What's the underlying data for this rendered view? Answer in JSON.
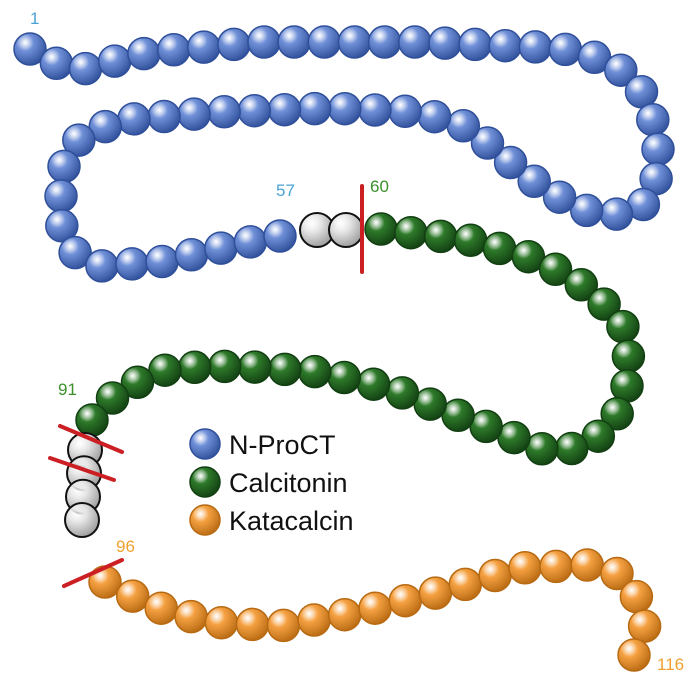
{
  "colors": {
    "nproct": "#7090d8",
    "nproct_dark": "#2f4f9a",
    "calcitonin": "#2e7a2a",
    "calcitonin_dark": "#123f12",
    "katacalcin": "#f5a142",
    "katacalcin_dark": "#b86a12",
    "linker": "#e6e6e6",
    "linker_dark": "#111111",
    "cleavage": "#cc1f24",
    "label_nproct": "#4aa3d8",
    "label_calcitonin": "#3c8f2a",
    "label_katacalcin": "#f0a030"
  },
  "position_labels": {
    "start": "1",
    "nproct_end": "57",
    "calcitonin_start": "60",
    "calcitonin_end": "91",
    "katacalcin_start": "96",
    "end": "116"
  },
  "legend": {
    "items": [
      {
        "label": "N-ProCT",
        "color_key": "nproct"
      },
      {
        "label": "Calcitonin",
        "color_key": "calcitonin"
      },
      {
        "label": "Katacalcin",
        "color_key": "katacalcin"
      }
    ]
  }
}
